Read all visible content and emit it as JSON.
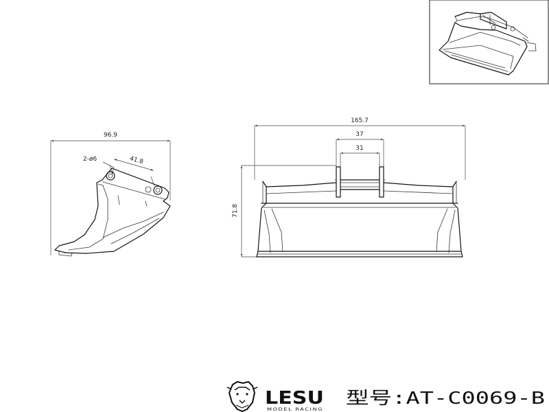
{
  "dimensions": {
    "side_width": "96.9",
    "hole_spec": "2-ø6",
    "pin_distance": "41.8",
    "front_width": "165.7",
    "mount_outer": "37",
    "mount_inner": "31",
    "height": "71.8"
  },
  "brand": {
    "logo": "LESU",
    "tagline": "MODEL RACING"
  },
  "model": {
    "text": "型号:AT-C0069-B"
  }
}
